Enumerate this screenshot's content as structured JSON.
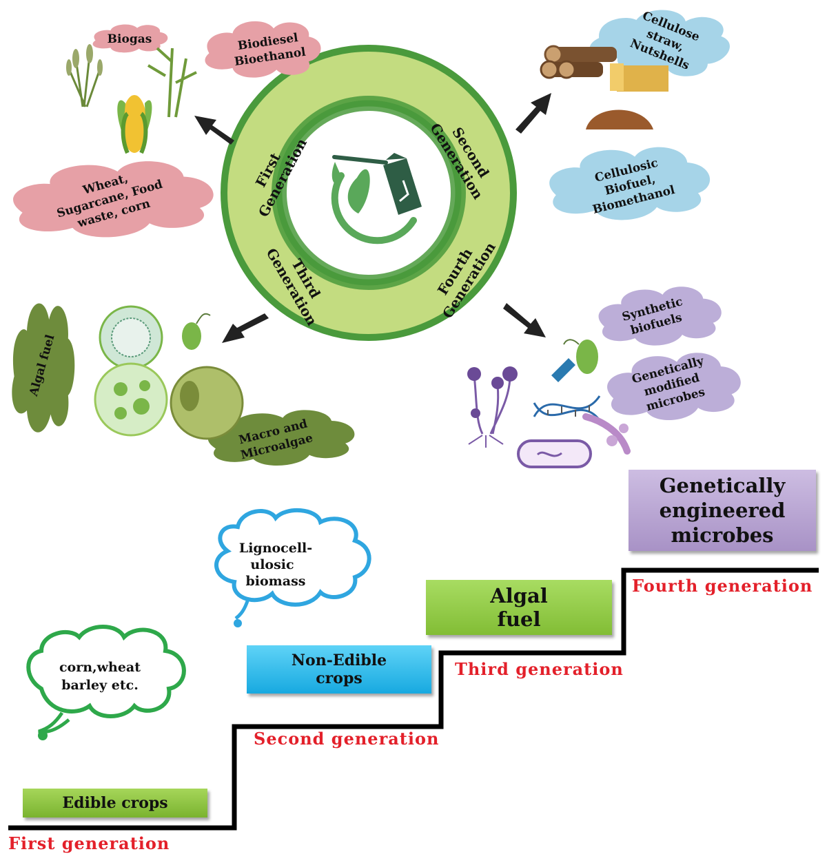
{
  "wheel": {
    "first": [
      "First",
      "Generation"
    ],
    "second": [
      "Second",
      "Generation"
    ],
    "third": [
      "Third",
      "Generation"
    ],
    "fourth": [
      "Fourth",
      "Generation"
    ]
  },
  "clouds": {
    "biogas": "Biogas",
    "biodiesel": [
      "Biodiesel",
      "Bioethanol"
    ],
    "first_feedstock": [
      "Wheat,",
      "Sugarcane, Food",
      "waste, corn"
    ],
    "cellulose": [
      "Cellulose",
      "straw,",
      "Nutshells"
    ],
    "cellulosic": [
      "Cellulosic",
      "Biofuel,",
      "Biomethanol"
    ],
    "algal_fuel": "Algal fuel",
    "macro": [
      "Macro and",
      "Microalgae"
    ],
    "synthetic": [
      "Synthetic",
      "biofuels"
    ],
    "gm_microbes": [
      "Genetically",
      "modified",
      "microbes"
    ]
  },
  "staircase": {
    "thought_first": [
      "corn,wheat",
      "barley etc."
    ],
    "thought_second": [
      "Lignocell-",
      "ulosic",
      "biomass"
    ],
    "box_edible": "Edible crops",
    "box_nonedible": [
      "Non-Edible",
      "crops"
    ],
    "box_algal": [
      "Algal",
      "fuel"
    ],
    "box_genetic": [
      "Genetically",
      "engineered",
      "microbes"
    ],
    "label_first": "First generation",
    "label_second": "Second generation",
    "label_third": "Third generation",
    "label_fourth": "Fourth generation"
  },
  "colors": {
    "wheel_outer": "#c3dc80",
    "wheel_stroke": "#4a9a3c",
    "pink_cloud": "#e6a0a6",
    "blue_cloud": "#a6d4e8",
    "olive_cloud": "#6e8c3c",
    "purple_cloud": "#bcaed8",
    "label_red": "#e3202a",
    "box_green": "#8cc63e",
    "box_blue": "#1cb6ea",
    "box_purple": "#b9a6d2"
  }
}
